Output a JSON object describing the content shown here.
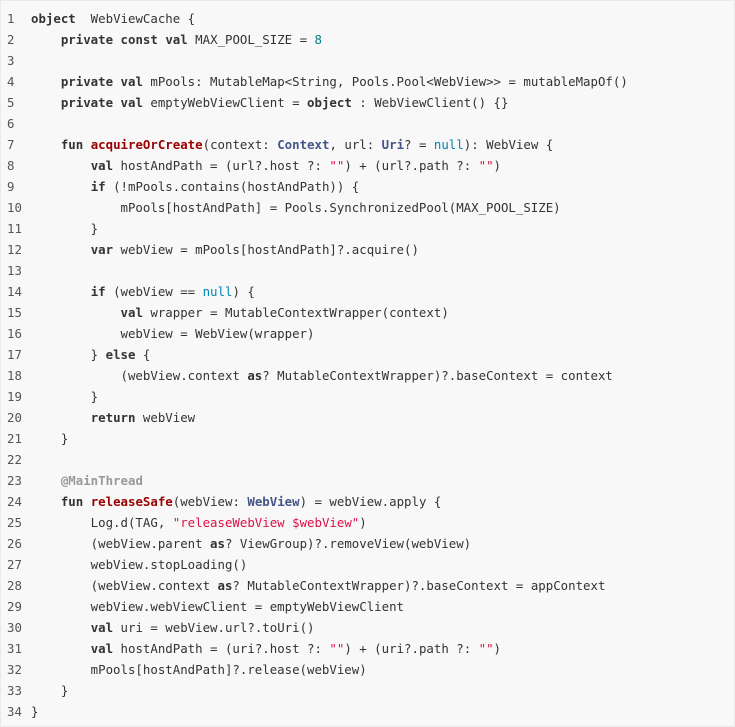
{
  "colors": {
    "background": "#f8f8f8",
    "text": "#333333",
    "line_number": "#555555",
    "keyword": "#333333",
    "function_name": "#990000",
    "type_name": "#445588",
    "number": "#008080",
    "null_literal": "#0086b3",
    "string": "#dd1144",
    "annotation": "#999999"
  },
  "lines": [
    {
      "n": "1",
      "tokens": [
        [
          "kw",
          "object"
        ],
        [
          "",
          "  WebViewCache {"
        ]
      ]
    },
    {
      "n": "2",
      "tokens": [
        [
          "",
          "    "
        ],
        [
          "kw",
          "private"
        ],
        [
          "",
          " "
        ],
        [
          "kw",
          "const"
        ],
        [
          "",
          " "
        ],
        [
          "kw",
          "val"
        ],
        [
          "",
          " MAX_POOL_SIZE = "
        ],
        [
          "num",
          "8"
        ]
      ]
    },
    {
      "n": "3",
      "tokens": []
    },
    {
      "n": "4",
      "tokens": [
        [
          "",
          "    "
        ],
        [
          "kw",
          "private"
        ],
        [
          "",
          " "
        ],
        [
          "kw",
          "val"
        ],
        [
          "",
          " mPools: MutableMap<String, Pools.Pool<WebView>> = mutableMapOf()"
        ]
      ]
    },
    {
      "n": "5",
      "tokens": [
        [
          "",
          "    "
        ],
        [
          "kw",
          "private"
        ],
        [
          "",
          " "
        ],
        [
          "kw",
          "val"
        ],
        [
          "",
          " emptyWebViewClient = "
        ],
        [
          "kw",
          "object"
        ],
        [
          "",
          " : WebViewClient() {}"
        ]
      ]
    },
    {
      "n": "6",
      "tokens": []
    },
    {
      "n": "7",
      "tokens": [
        [
          "",
          "    "
        ],
        [
          "kw",
          "fun"
        ],
        [
          "",
          " "
        ],
        [
          "fn",
          "acquireOrCreate"
        ],
        [
          "",
          "(context: "
        ],
        [
          "ty",
          "Context"
        ],
        [
          "",
          ", url: "
        ],
        [
          "ty",
          "Uri"
        ],
        [
          "",
          "? = "
        ],
        [
          "nul",
          "null"
        ],
        [
          "",
          "): WebView {"
        ]
      ]
    },
    {
      "n": "8",
      "tokens": [
        [
          "",
          "        "
        ],
        [
          "kw",
          "val"
        ],
        [
          "",
          " hostAndPath = (url?.host ?: "
        ],
        [
          "str",
          "\"\""
        ],
        [
          "",
          ") + (url?.path ?: "
        ],
        [
          "str",
          "\"\""
        ],
        [
          "",
          ")"
        ]
      ]
    },
    {
      "n": "9",
      "tokens": [
        [
          "",
          "        "
        ],
        [
          "kw",
          "if"
        ],
        [
          "",
          " (!mPools.contains(hostAndPath)) {"
        ]
      ]
    },
    {
      "n": "10",
      "tokens": [
        [
          "",
          "            mPools[hostAndPath] = Pools.SynchronizedPool(MAX_POOL_SIZE)"
        ]
      ]
    },
    {
      "n": "11",
      "tokens": [
        [
          "",
          "        }"
        ]
      ]
    },
    {
      "n": "12",
      "tokens": [
        [
          "",
          "        "
        ],
        [
          "kw",
          "var"
        ],
        [
          "",
          " webView = mPools[hostAndPath]?.acquire()"
        ]
      ]
    },
    {
      "n": "13",
      "tokens": []
    },
    {
      "n": "14",
      "tokens": [
        [
          "",
          "        "
        ],
        [
          "kw",
          "if"
        ],
        [
          "",
          " (webView == "
        ],
        [
          "nul",
          "null"
        ],
        [
          "",
          ") {"
        ]
      ]
    },
    {
      "n": "15",
      "tokens": [
        [
          "",
          "            "
        ],
        [
          "kw",
          "val"
        ],
        [
          "",
          " wrapper = MutableContextWrapper(context)"
        ]
      ]
    },
    {
      "n": "16",
      "tokens": [
        [
          "",
          "            webView = WebView(wrapper)"
        ]
      ]
    },
    {
      "n": "17",
      "tokens": [
        [
          "",
          "        } "
        ],
        [
          "kw",
          "else"
        ],
        [
          "",
          " {"
        ]
      ]
    },
    {
      "n": "18",
      "tokens": [
        [
          "",
          "            (webView.context "
        ],
        [
          "kw",
          "as"
        ],
        [
          "",
          "? MutableContextWrapper)?.baseContext = context"
        ]
      ]
    },
    {
      "n": "19",
      "tokens": [
        [
          "",
          "        }"
        ]
      ]
    },
    {
      "n": "20",
      "tokens": [
        [
          "",
          "        "
        ],
        [
          "kw",
          "return"
        ],
        [
          "",
          " webView"
        ]
      ]
    },
    {
      "n": "21",
      "tokens": [
        [
          "",
          "    }"
        ]
      ]
    },
    {
      "n": "22",
      "tokens": []
    },
    {
      "n": "23",
      "tokens": [
        [
          "",
          "    "
        ],
        [
          "ann",
          "@MainThread"
        ]
      ]
    },
    {
      "n": "24",
      "tokens": [
        [
          "",
          "    "
        ],
        [
          "kw",
          "fun"
        ],
        [
          "",
          " "
        ],
        [
          "fn",
          "releaseSafe"
        ],
        [
          "",
          "(webView: "
        ],
        [
          "ty",
          "WebView"
        ],
        [
          "",
          ") = webView.apply {"
        ]
      ]
    },
    {
      "n": "25",
      "tokens": [
        [
          "",
          "        Log.d(TAG, "
        ],
        [
          "str",
          "\"releaseWebView $webView\""
        ],
        [
          "",
          ")"
        ]
      ]
    },
    {
      "n": "26",
      "tokens": [
        [
          "",
          "        (webView.parent "
        ],
        [
          "kw",
          "as"
        ],
        [
          "",
          "? ViewGroup)?.removeView(webView)"
        ]
      ]
    },
    {
      "n": "27",
      "tokens": [
        [
          "",
          "        webView.stopLoading()"
        ]
      ]
    },
    {
      "n": "28",
      "tokens": [
        [
          "",
          "        (webView.context "
        ],
        [
          "kw",
          "as"
        ],
        [
          "",
          "? MutableContextWrapper)?.baseContext = appContext"
        ]
      ]
    },
    {
      "n": "29",
      "tokens": [
        [
          "",
          "        webView.webViewClient = emptyWebViewClient"
        ]
      ]
    },
    {
      "n": "30",
      "tokens": [
        [
          "",
          "        "
        ],
        [
          "kw",
          "val"
        ],
        [
          "",
          " uri = webView.url?.toUri()"
        ]
      ]
    },
    {
      "n": "31",
      "tokens": [
        [
          "",
          "        "
        ],
        [
          "kw",
          "val"
        ],
        [
          "",
          " hostAndPath = (uri?.host ?: "
        ],
        [
          "str",
          "\"\""
        ],
        [
          "",
          ") + (uri?.path ?: "
        ],
        [
          "str",
          "\"\""
        ],
        [
          "",
          ")"
        ]
      ]
    },
    {
      "n": "32",
      "tokens": [
        [
          "",
          "        mPools[hostAndPath]?.release(webView)"
        ]
      ]
    },
    {
      "n": "33",
      "tokens": [
        [
          "",
          "    }"
        ]
      ]
    },
    {
      "n": "34",
      "tokens": [
        [
          "",
          "}"
        ]
      ]
    }
  ]
}
